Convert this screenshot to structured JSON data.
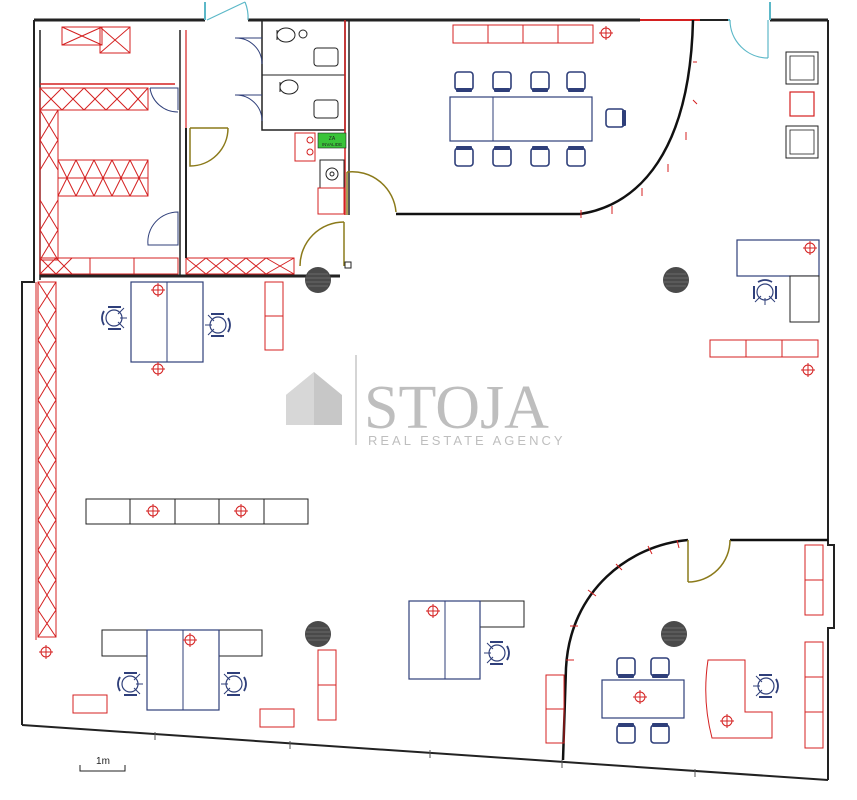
{
  "diagram": {
    "kind": "office floor plan",
    "watermark": {
      "brand": "STOJA",
      "tagline": "REAL ESTATE AGENCY"
    },
    "scale_bar": {
      "label": "1m"
    },
    "wc_sign": {
      "line1": "ZA",
      "line2": "INVALIDE"
    },
    "colors": {
      "walls": "#222222",
      "furniture_red": "#d42020",
      "chairs_blue": "#2f3f7a",
      "doors_olive": "#8b7a1a",
      "glass_cyan": "#5cb8c8",
      "columns": "#555555",
      "wc_sign_bg": "#39c439"
    }
  }
}
